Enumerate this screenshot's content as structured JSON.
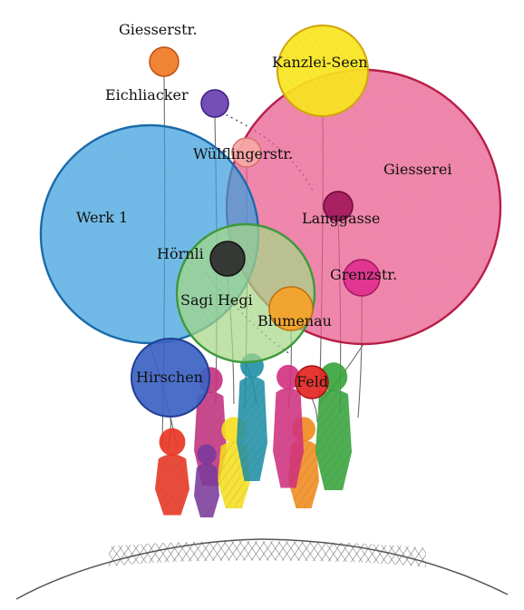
{
  "diagram": {
    "balloons": [
      {
        "id": "giesserei",
        "label": "Giesserei",
        "color": "#e9578a",
        "stroke": "#b71f46"
      },
      {
        "id": "werk1",
        "label": "Werk 1",
        "color": "#3a9fde",
        "stroke": "#1c6bab"
      },
      {
        "id": "sagi-hegi",
        "label": "Sagi Hegi",
        "color": "#a6d887",
        "stroke": "#3d9a3c"
      },
      {
        "id": "kanzlei-seen",
        "label": "Kanzlei-Seen",
        "color": "#f8e51e",
        "stroke": "#d0a50d"
      },
      {
        "id": "hirschen",
        "label": "Hirschen",
        "color": "#3c63c4",
        "stroke": "#213d92"
      },
      {
        "id": "giesserstr",
        "label": "Giesserstr.",
        "color": "#f07a24",
        "stroke": "#c14f11"
      },
      {
        "id": "eichliacker",
        "label": "Eichliacker",
        "color": "#6a3fb1",
        "stroke": "#3b1c7d"
      },
      {
        "id": "wuelflingerstr",
        "label": "Wülflingerstr.",
        "color": "#f7a8a5",
        "stroke": "#d6706e"
      },
      {
        "id": "langgasse",
        "label": "Langgasse",
        "color": "#a3195c",
        "stroke": "#6b0b38"
      },
      {
        "id": "hoernli",
        "label": "Hörnli",
        "color": "#2b2b2b",
        "stroke": "#111111"
      },
      {
        "id": "grenzstr",
        "label": "Grenzstr.",
        "color": "#df2f8e",
        "stroke": "#a51563"
      },
      {
        "id": "blumenau",
        "label": "Blumenau",
        "color": "#f5a327",
        "stroke": "#c06e0d"
      },
      {
        "id": "feld",
        "label": "Feld",
        "color": "#e52622",
        "stroke": "#9f1514"
      }
    ],
    "people_colors": [
      "#e8321f",
      "#c2307e",
      "#f6de1d",
      "#1f8fa6",
      "#7b3a9c",
      "#f08a1a",
      "#d1307e",
      "#35a33a"
    ],
    "ground_color": "#555555"
  }
}
